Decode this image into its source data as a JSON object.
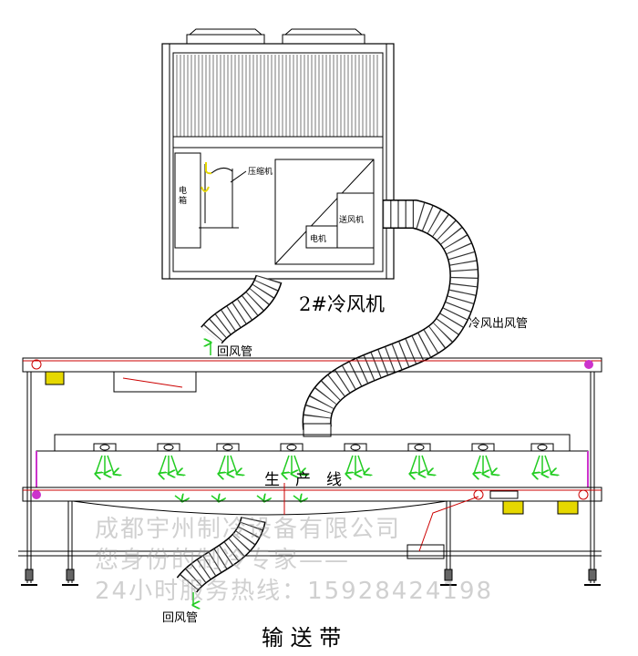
{
  "chiller": {
    "title": "2#冷风机",
    "components": {
      "compressor": "压缩机",
      "electric_box": "电箱",
      "blower": "送风机",
      "motor": "电机"
    }
  },
  "ducts": {
    "supply_duct": "冷风出风管",
    "return_duct_top": "回风管",
    "return_duct_bottom": "回风管"
  },
  "production_line": "生　产　线",
  "conveyor": "输 送 带",
  "watermark": {
    "line1": "成都宇州制冷设备有限公司",
    "line2": "您身份的制冷专家——",
    "line3": "24小时服务热线：15928424198"
  },
  "colors": {
    "frame": "#000000",
    "accent_red": "#cc0000",
    "airflow_green": "#22cc22",
    "side_purple": "#cc33cc",
    "component_yellow": "#e6d800"
  }
}
